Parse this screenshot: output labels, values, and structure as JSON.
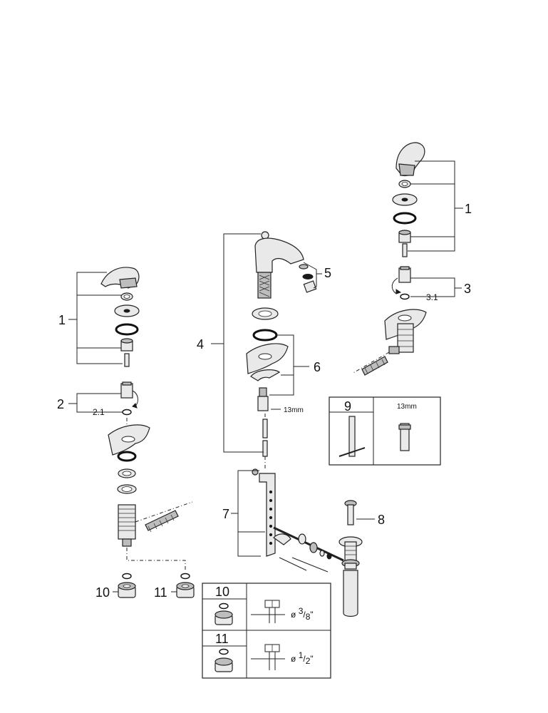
{
  "callouts": {
    "c1_left": "1",
    "c1_right": "1",
    "c2": "2",
    "c2_1_left": "2.1",
    "c3": "3",
    "c3_1": "3.1",
    "c4": "4",
    "c5": "5",
    "c6": "6",
    "c7": "7",
    "c8": "8",
    "c10": "10",
    "c11": "11"
  },
  "wrench_size": "13mm",
  "inset_tool": {
    "number": "9",
    "size": "13mm"
  },
  "inset_table": {
    "rows": [
      {
        "number": "10",
        "dia": "3",
        "frac_den": "8",
        "prefix": "ø",
        "suffix": "\""
      },
      {
        "number": "11",
        "dia": "1",
        "frac_den": "2",
        "prefix": "ø",
        "suffix": "\""
      }
    ]
  },
  "icons": [
    "handle-lever",
    "o-ring",
    "escutcheon",
    "cartridge",
    "valve-body",
    "spout",
    "aerator",
    "lift-rod",
    "pop-up-drain",
    "supply-hose",
    "compression-nut"
  ]
}
